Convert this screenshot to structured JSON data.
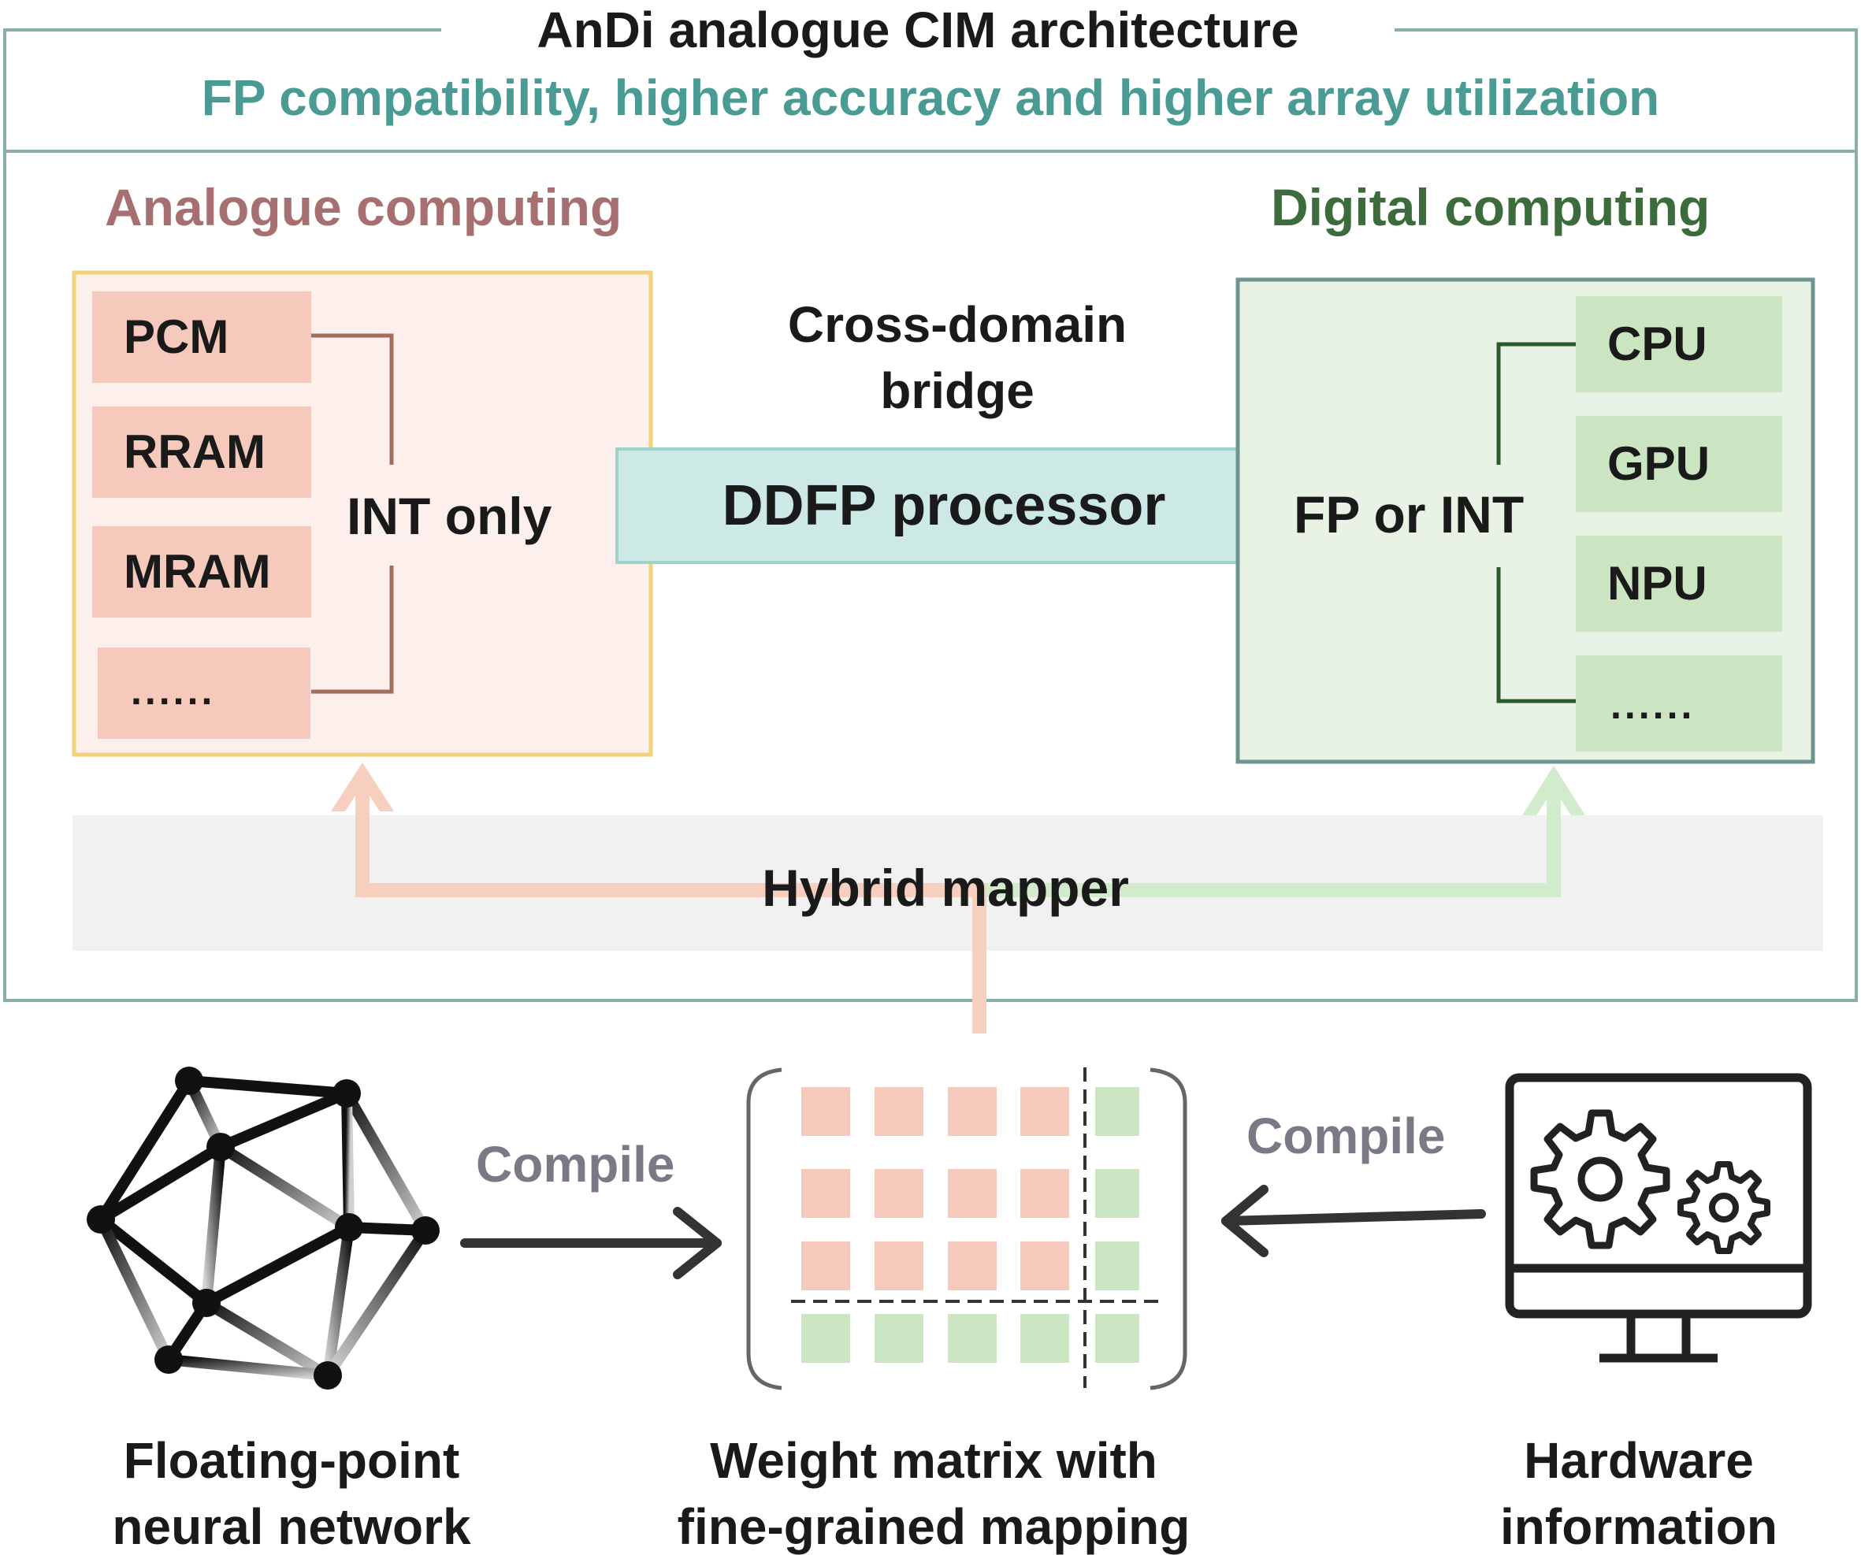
{
  "header": {
    "title": "AnDi analogue CIM architecture",
    "subtitle": "FP compatibility, higher accuracy and higher array utilization"
  },
  "analogue": {
    "heading": "Analogue computing",
    "items": [
      "PCM",
      "RRAM",
      "MRAM",
      "......"
    ],
    "label": "INT only"
  },
  "bridge": {
    "label": "Cross-domain bridge",
    "processor": "DDFP processor"
  },
  "digital": {
    "heading": "Digital computing",
    "items": [
      "CPU",
      "GPU",
      "NPU",
      "......"
    ],
    "label": "FP or INT"
  },
  "mapper": {
    "label": "Hybrid mapper"
  },
  "bottom": {
    "compile_left": "Compile",
    "compile_right": "Compile",
    "nn_caption": [
      "Floating-point",
      "neural network"
    ],
    "matrix_caption": [
      "Weight matrix with",
      "fine-grained mapping"
    ],
    "hw_caption": [
      "Hardware",
      "information"
    ]
  },
  "colors": {
    "frame": "#8aaeaa",
    "subtitle": "#4a9b94",
    "analogue_heading": "#a86f70",
    "digital_heading": "#3c6b3c",
    "analogue_fill": "#fdf0ec",
    "analogue_border": "#f1d27a",
    "analogue_cell": "#f5c9bb",
    "digital_fill": "#e9f3e5",
    "digital_border": "#6f9592",
    "digital_cell": "#cbe5c3",
    "ddfp_fill": "#cde9e6",
    "mapper_fill": "#f1f1f1",
    "arrow_pink": "#f6cfbf",
    "arrow_green": "#d2ebcc",
    "compile_text": "#7a7a86"
  }
}
